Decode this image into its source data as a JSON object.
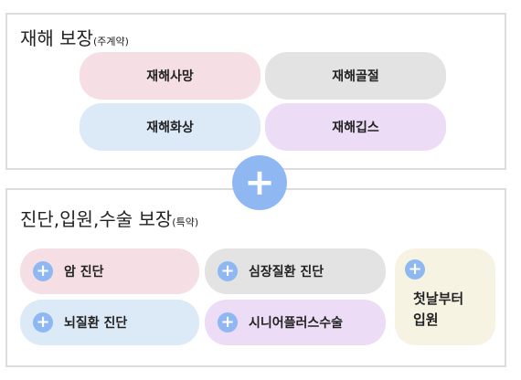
{
  "accident": {
    "title": "재해 보장",
    "subtitle": "(주계약)",
    "items": [
      "재해사망",
      "재해골절",
      "재해화상",
      "재해깁스"
    ]
  },
  "connector_icon": "+",
  "riders": {
    "title": "진단,입원,수술 보장",
    "subtitle": "(특약)",
    "items": [
      "암 진단",
      "심장질환 진단",
      "뇌질환 진단",
      "시니어플러스수술"
    ],
    "tall": {
      "line1": "첫날부터",
      "line2": "입원"
    }
  },
  "plus_icon": "+"
}
